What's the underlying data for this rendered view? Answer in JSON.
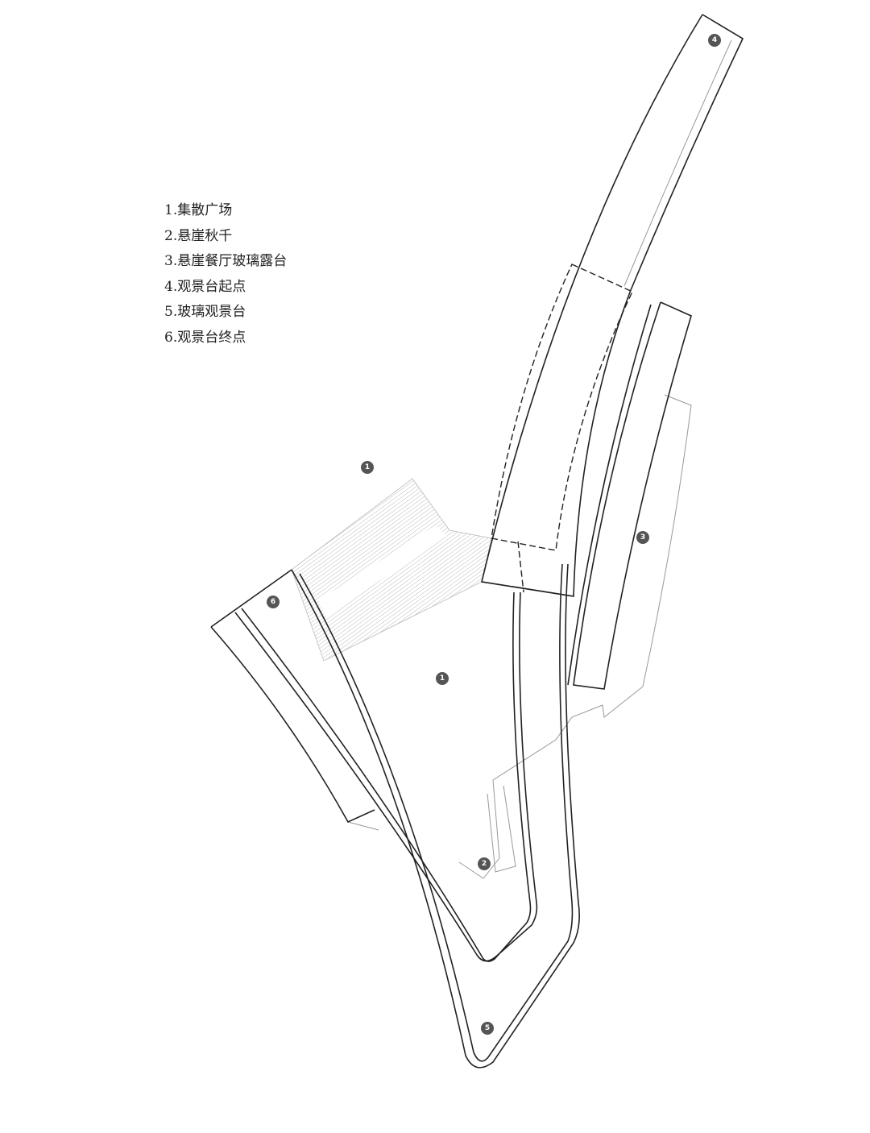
{
  "legend": [
    "1.集散广场",
    "2.悬崖秋千",
    "3.悬崖餐厅玻璃露台",
    "4.观景台起点",
    "5.玻璃观景台",
    "6.观景台终点"
  ],
  "markers": {
    "plaza_north": "1",
    "plaza_center": "1",
    "swing": "2",
    "restaurant_deck": "3",
    "deck_start": "4",
    "glass_deck": "5",
    "deck_end": "6"
  }
}
